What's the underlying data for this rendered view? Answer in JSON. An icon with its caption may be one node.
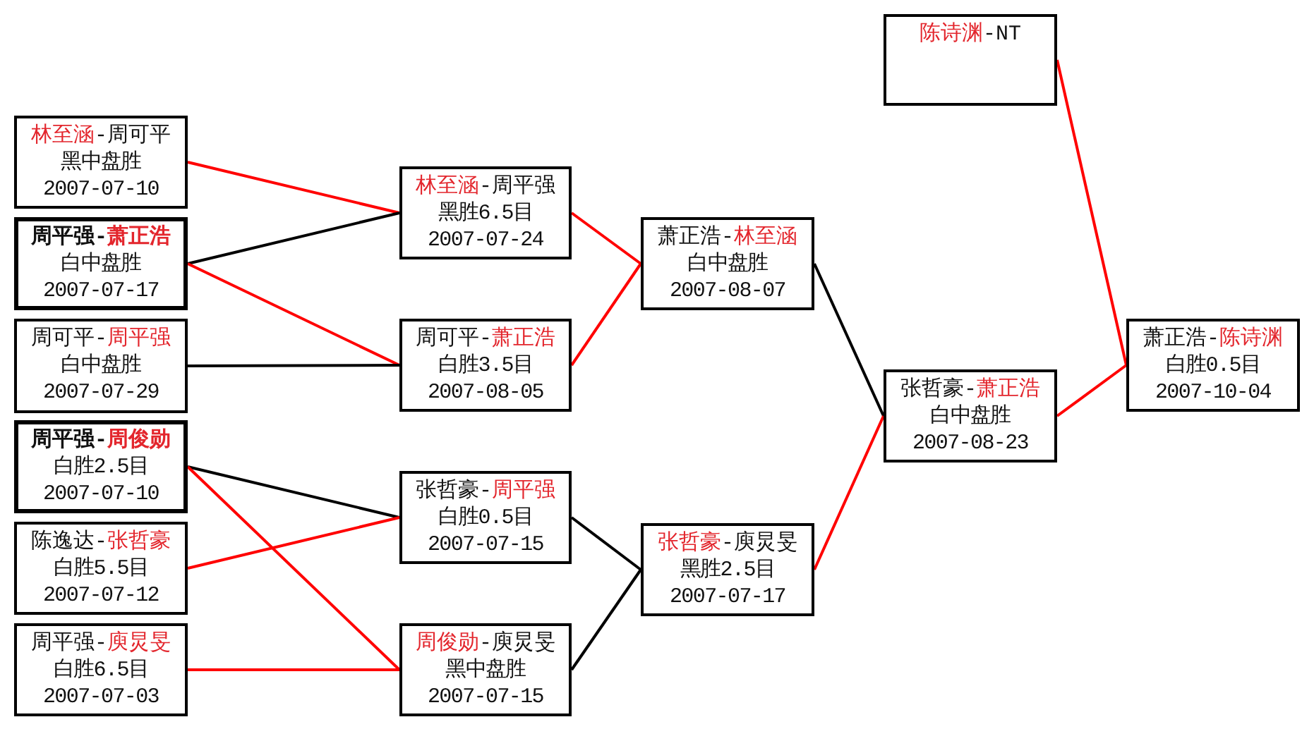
{
  "diagram": {
    "nodes": [
      {
        "text": [
          "**林至涵**-周可平",
          "黑中盘胜",
          "2007-07-10"
        ]
      },
      {
        "text": [
          "周平强-**萧正浩**",
          "白中盘胜",
          "2007-07-17"
        ]
      },
      {
        "text": [
          "周可平-**周平强**",
          "白中盘胜",
          "2007-07-29"
        ]
      },
      {
        "text": [
          "周平强-**周俊勋**",
          "白胜2.5目",
          "2007-07-10"
        ]
      },
      {
        "text": [
          "陈逸达-**张哲豪**",
          "白胜5.5目",
          "2007-07-12"
        ]
      },
      {
        "text": [
          "周平强-**庾炅旻**",
          "白胜6.5目",
          "2007-07-03"
        ]
      },
      {
        "text": [
          "**林至涵**-周平强",
          "黑胜6.5目",
          "2007-07-24"
        ]
      },
      {
        "text": [
          "周可平-**萧正浩**",
          "白胜3.5目",
          "2007-08-05"
        ]
      },
      {
        "text": [
          "张哲豪-**周平强**",
          "白胜0.5目",
          "2007-07-15"
        ]
      },
      {
        "text": [
          "**周俊勋**-庾炅旻",
          "黑中盘胜",
          "2007-07-15"
        ]
      },
      {
        "text": [
          "萧正浩-**林至涵**",
          "白中盘胜",
          "2007-08-07"
        ]
      },
      {
        "text": [
          "**张哲豪**-庾炅旻",
          "黑胜2.5目",
          "2007-07-17"
        ]
      },
      {
        "text": [
          "**陈诗渊**-NT"
        ]
      },
      {
        "text": [
          "张哲豪-**萧正浩**",
          "白中盘胜",
          "2007-08-23"
        ]
      },
      {
        "text": [
          "萧正浩-**陈诗渊**",
          "白胜0.5目",
          "2007-10-04"
        ]
      }
    ],
    "edges": [
      {
        "from": 0,
        "to": 6,
        "arrow": "none"
      },
      {
        "from": 1,
        "to": 6,
        "arrow": "none",
        "color": "#000000"
      },
      {
        "from": 1,
        "to": 7,
        "arrow": "none"
      },
      {
        "from": 2,
        "to": 7,
        "arrow": "none",
        "color": "#000000"
      },
      {
        "from": 3,
        "to": 8,
        "arrow": "none",
        "color": "#000000"
      },
      {
        "from": 3,
        "to": 9,
        "arrow": "none"
      },
      {
        "from": 4,
        "to": 8,
        "arrow": "none"
      },
      {
        "from": 5,
        "to": 9,
        "arrow": "none"
      },
      {
        "from": 6,
        "to": 10,
        "arrow": "none"
      },
      {
        "from": 7,
        "to": 10,
        "arrow": "none"
      },
      {
        "from": 8,
        "to": 11,
        "arrow": "none",
        "color": "#000000"
      },
      {
        "from": 9,
        "to": 11,
        "arrow": "none",
        "color": "#000000"
      },
      {
        "from": 10,
        "to": 13,
        "arrow": "none",
        "color": "#000000"
      },
      {
        "from": 11,
        "to": 13,
        "arrow": "none"
      },
      {
        "from": 12,
        "to": 14,
        "arrow": "none"
      },
      {
        "from": 13,
        "to": 14,
        "arrow": "none"
      }
    ]
  }
}
